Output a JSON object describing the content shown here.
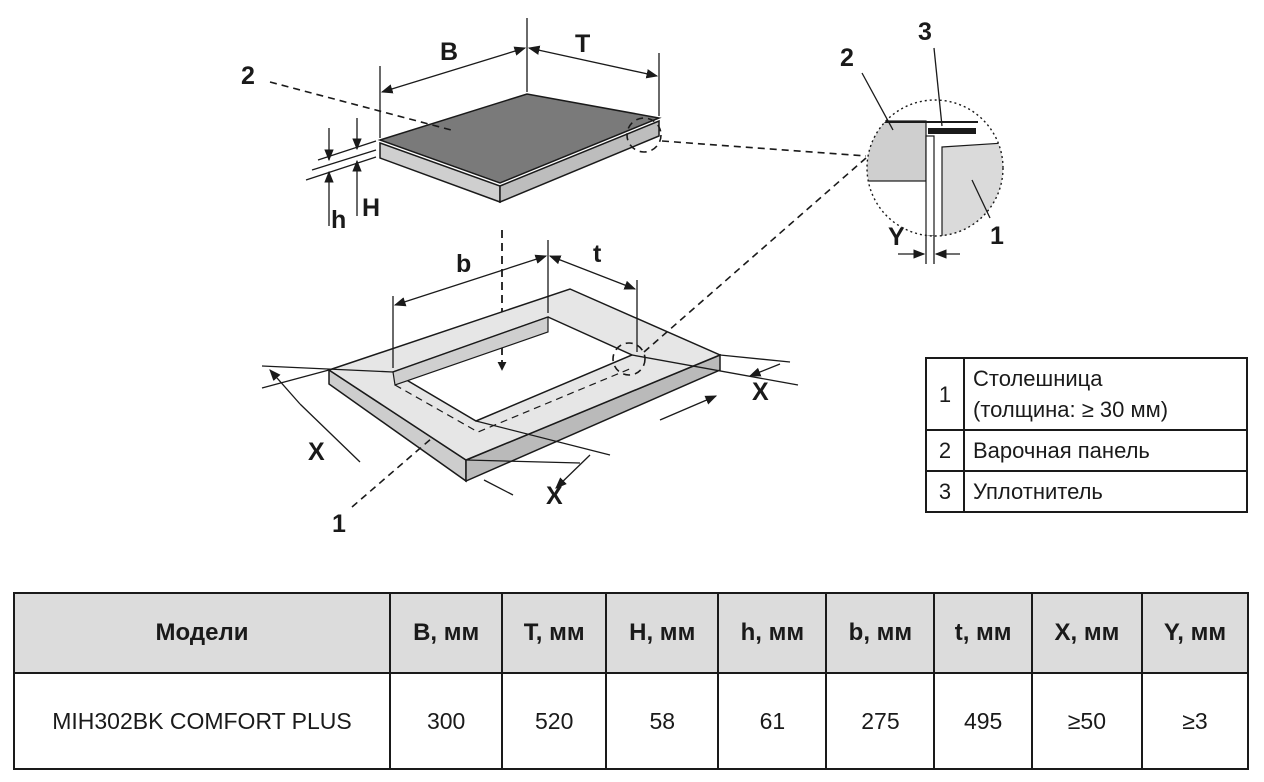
{
  "diagram": {
    "labels": {
      "B": "B",
      "T": "T",
      "H": "H",
      "h": "h",
      "b": "b",
      "t": "t",
      "X1": "X",
      "X2": "X",
      "X3": "X",
      "Y": "Y",
      "callout_hob": "2",
      "callout_countertop": "1",
      "detail_1": "1",
      "detail_2": "2",
      "detail_3": "3"
    },
    "colors": {
      "hob_top": "#7a7a7a",
      "hob_side": "#cfcfcf",
      "countertop": "#e6e6e6",
      "countertop_side": "#cdcdcd"
    }
  },
  "legend": {
    "rows": [
      {
        "num": "1",
        "text_line1": "Столешница",
        "text_line2": "(толщина: ≥ 30 мм)"
      },
      {
        "num": "2",
        "text_line1": "Варочная панель"
      },
      {
        "num": "3",
        "text_line1": "Уплотнитель"
      }
    ]
  },
  "spec_table": {
    "headers": [
      "Модели",
      "B, мм",
      "T, мм",
      "H, мм",
      "h, мм",
      "b, мм",
      "t, мм",
      "X, мм",
      "Y, мм"
    ],
    "rows": [
      [
        "MIH302BK COMFORT PLUS",
        "300",
        "520",
        "58",
        "61",
        "275",
        "495",
        "≥50",
        "≥3"
      ]
    ]
  }
}
